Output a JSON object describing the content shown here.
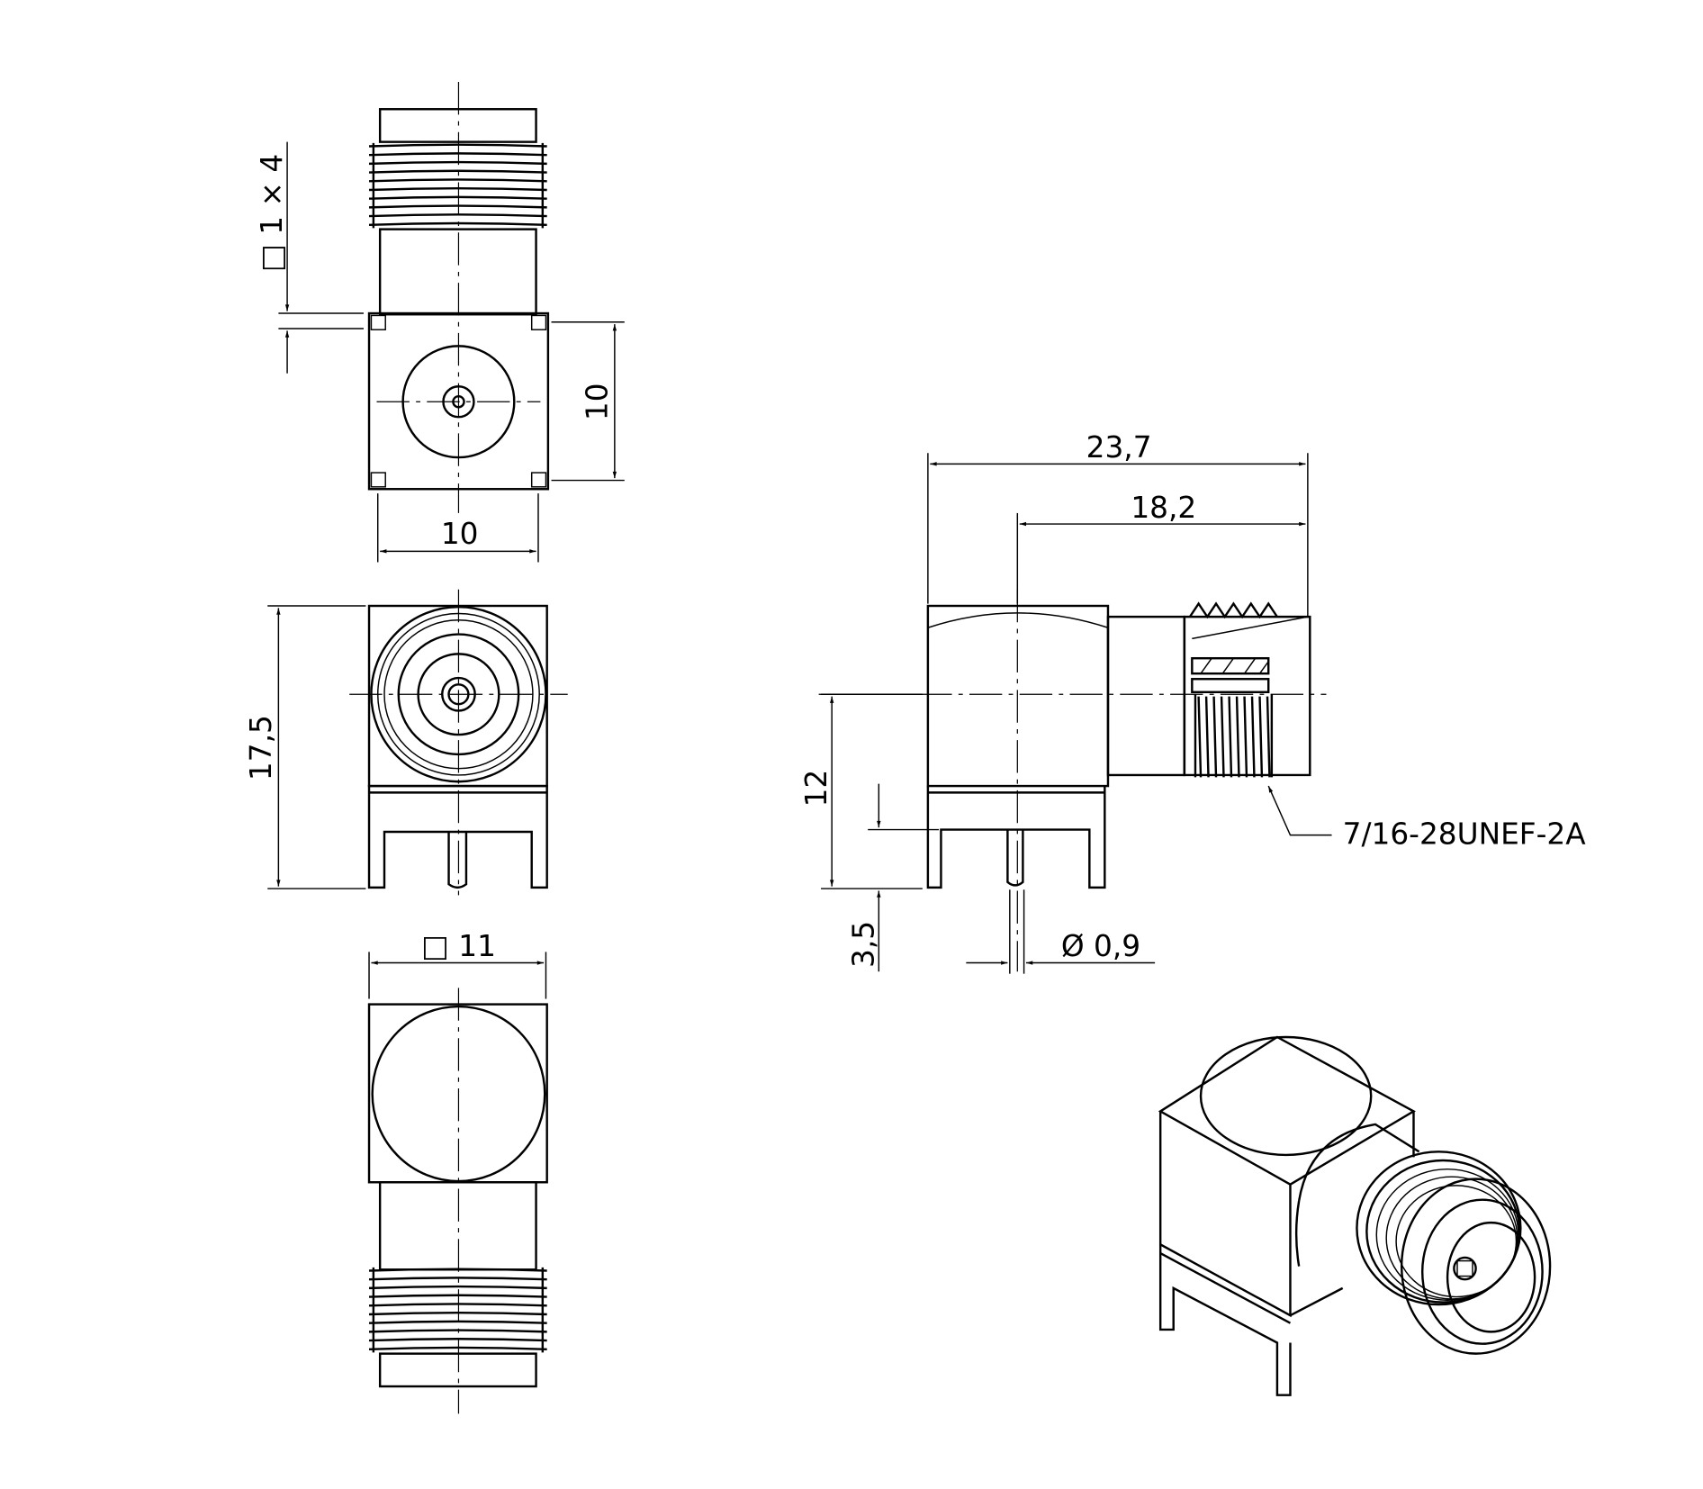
{
  "drawing": {
    "colors": {
      "line": "#000000",
      "background": "#ffffff"
    },
    "dimensions": {
      "pad_size": "□ 1 × 4",
      "flange_height": "10",
      "flange_width": "10",
      "overall_height": "17,5",
      "body_square": "□ 11",
      "overall_length": "23,7",
      "center_to_end": "18,2",
      "center_height": "12",
      "pin_length": "3,5",
      "pin_diameter": "Ø 0,9"
    },
    "thread_callout": "7/16-28UNEF-2A"
  }
}
